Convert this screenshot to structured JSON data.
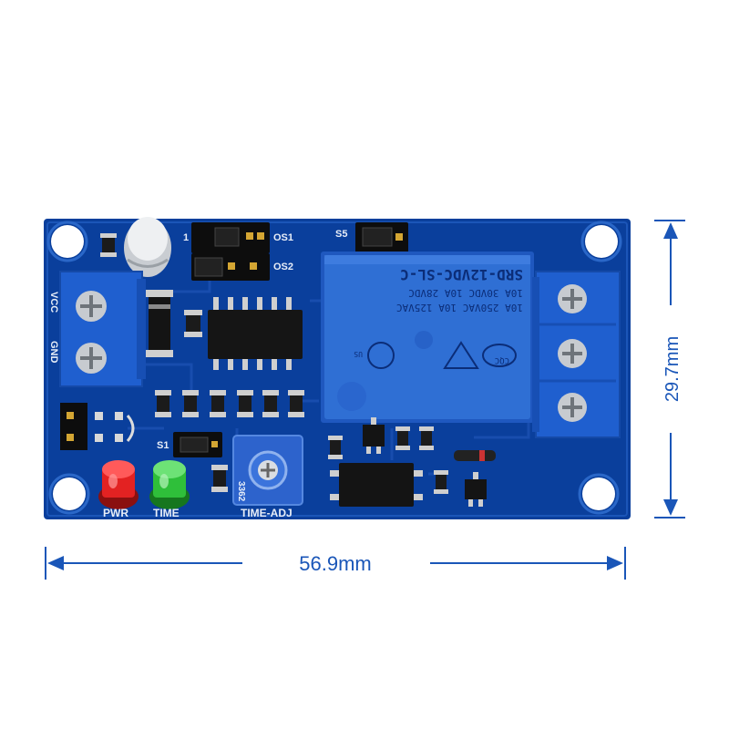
{
  "dimensions": {
    "width_label": "56.9mm",
    "height_label": "29.7mm"
  },
  "silkscreen": {
    "vcc": "VCC",
    "gnd": "GND",
    "pwr": "PWR",
    "time": "TIME",
    "time_adj": "TIME-ADJ",
    "s1": "S1",
    "s5": "S5",
    "os1": "OS1",
    "os2": "OS2",
    "jumper_pin": "1",
    "pot_code": "3362"
  },
  "relay": {
    "model": "SRD-12VDC-SL-C",
    "rating_1": "10A 250VAC 10A 125VAC",
    "rating_2": "10A  30VDC 10A  28VDC",
    "mark_cqc": "CQC",
    "mark_us": "US"
  },
  "colors": {
    "pcb": "#0a3f9c",
    "relay": "#2f6fd4",
    "terminal": "#1f5fcf",
    "dimension": "#1a56b8",
    "led_red": "#e32222",
    "led_green": "#2fbf3a"
  }
}
